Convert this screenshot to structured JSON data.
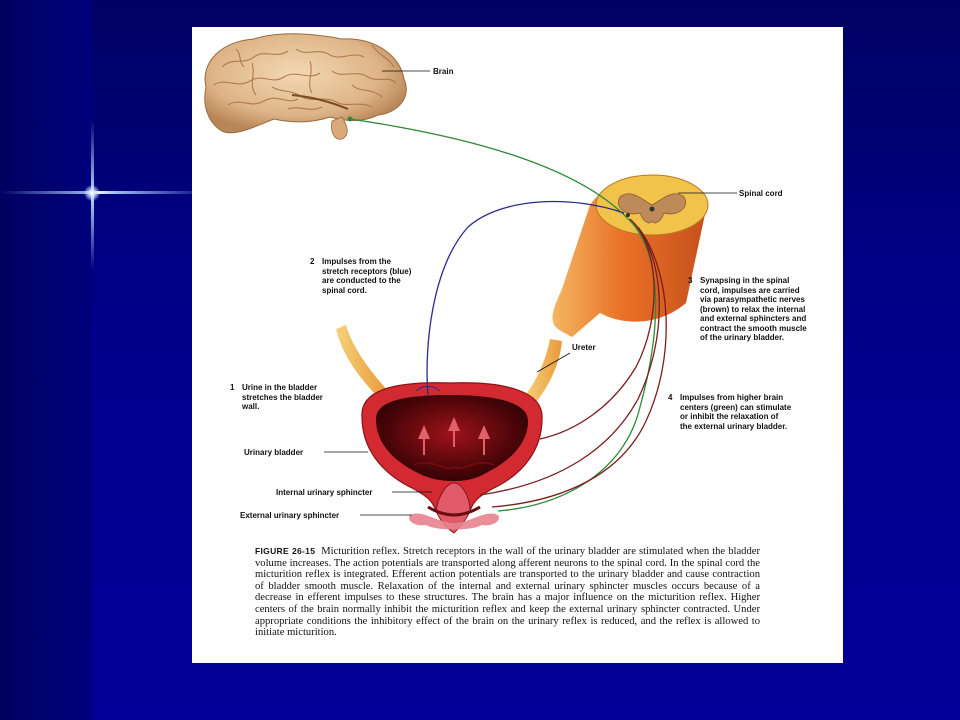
{
  "figure": {
    "labels": {
      "brain": "Brain",
      "spinal_cord": "Spinal cord",
      "ureter": "Ureter",
      "urinary_bladder": "Urinary bladder",
      "internal_sphincter": "Internal urinary sphincter",
      "external_sphincter": "External urinary sphincter"
    },
    "steps": [
      {
        "num": "1",
        "text": "Urine in the bladder\nstretches the bladder\nwall."
      },
      {
        "num": "2",
        "text": "Impulses from the\nstretch receptors (blue)\nare conducted to the\nspinal cord."
      },
      {
        "num": "3",
        "text": "Synapsing in the spinal\ncord, impulses are carried\nvia parasympathetic nerves\n(brown) to relax the internal\nand external sphincters and\ncontract the smooth muscle\nof the urinary bladder."
      },
      {
        "num": "4",
        "text": "Impulses from higher brain\ncenters (green) can stimulate\nor inhibit the relaxation of\nthe external urinary bladder."
      }
    ],
    "caption": {
      "figure_label": "FIGURE 26-15",
      "text": "Micturition reflex. Stretch receptors in the wall of the urinary bladder are stimulated when the bladder volume increases. The action potentials are transported along afferent neurons to the spinal cord. In the spinal cord the micturition reflex is integrated. Efferent action potentials are transported to the urinary bladder and cause contraction of bladder smooth muscle. Relaxation of the internal and external urinary sphincter muscles occurs because of a decrease in efferent impulses to these structures. The brain has a major influence on the micturition reflex. Higher centers of the brain normally inhibit the micturition reflex and keep the external urinary sphincter contracted. Under appropriate conditions the inhibitory effect of the brain on the urinary reflex is reduced, and the reflex is allowed to initiate micturition."
    }
  },
  "colors": {
    "background": "#00007a",
    "panel": "#ffffff",
    "afferent_nerve": "#2a2a8a",
    "efferent_nerve": "#7a1e1e",
    "higher_center_nerve": "#2e8a3a",
    "bladder": "#c8242a"
  }
}
